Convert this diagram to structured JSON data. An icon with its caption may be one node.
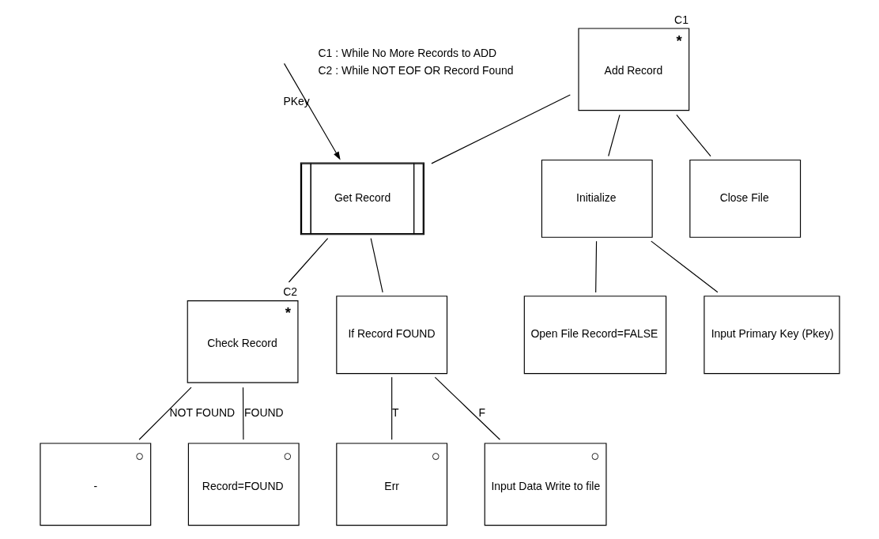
{
  "diagram": {
    "nodes": [
      {
        "text": [
          "*",
          "Add Record"
        ],
        "beside": [
          "C1"
        ]
      },
      {
        "text": [
          "Initialize"
        ]
      },
      {
        "text": [
          "Get Record"
        ]
      },
      {
        "text": [
          "Close File"
        ]
      },
      {
        "text": [
          "Open File Record=FALSE"
        ]
      },
      {
        "text": [
          "Input Primary Key (Pkey)"
        ]
      },
      {
        "text": [
          "*",
          "Check Record"
        ],
        "beside": [
          "C2"
        ]
      },
      {
        "text": [
          "If Record FOUND"
        ]
      },
      {
        "text": [
          "○",
          "-"
        ]
      },
      {
        "text": [
          "○",
          "Record=FOUND"
        ]
      },
      {
        "text": [
          "○",
          "Err"
        ]
      },
      {
        "text": [
          "○",
          "Input Data Write to file"
        ]
      }
    ],
    "edges": [
      {
        "from": 0,
        "to": 1,
        "arrow": "none"
      },
      {
        "from": 0,
        "to": 2,
        "arrow": "none"
      },
      {
        "from": 0,
        "to": 3,
        "arrow": "none"
      },
      {
        "from": null,
        "to": 2,
        "arrow": "to",
        "label": "PKey"
      },
      {
        "from": 1,
        "to": 4,
        "arrow": "none"
      },
      {
        "from": 1,
        "to": 5,
        "arrow": "none"
      },
      {
        "from": 2,
        "to": 6,
        "arrow": "none"
      },
      {
        "from": 2,
        "to": 7,
        "arrow": "none"
      },
      {
        "from": 6,
        "to": 8,
        "arrow": "none",
        "label": "NOT FOUND"
      },
      {
        "from": 6,
        "to": 9,
        "arrow": "none",
        "label": "FOUND"
      },
      {
        "from": 7,
        "to": 10,
        "arrow": "none",
        "label": "T"
      },
      {
        "from": 7,
        "to": 11,
        "arrow": "none",
        "label": "F"
      }
    ],
    "labels": [
      "C1 : While No More Records to ADD",
      "C2 : While NOT EOF OR Record Found"
    ]
  }
}
